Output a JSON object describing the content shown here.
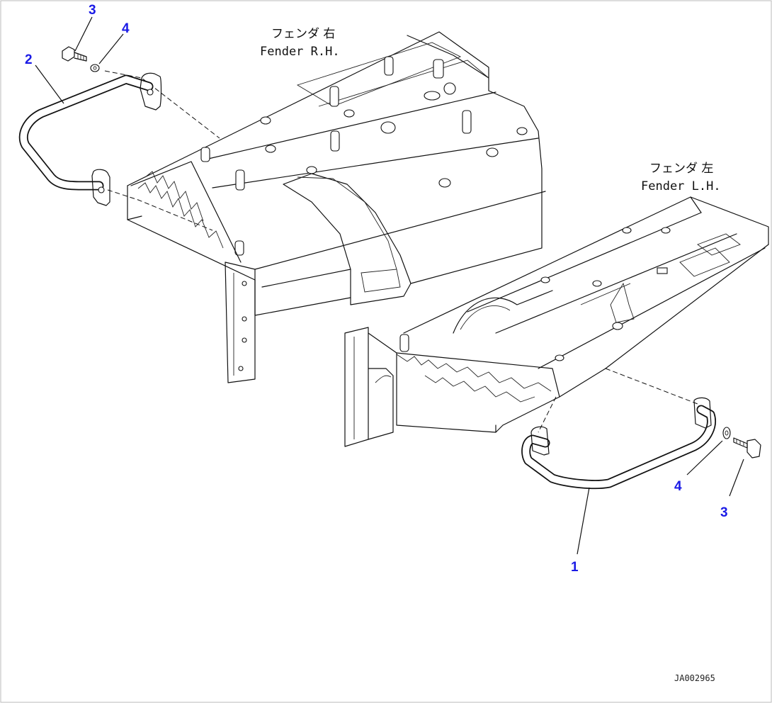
{
  "labels": {
    "fender_rh_ja": "フェンダ 右",
    "fender_rh_en": "Fender R.H.",
    "fender_lh_ja": "フェンダ 左",
    "fender_lh_en": "Fender L.H.",
    "drawing_code": "JA002965"
  },
  "callouts": {
    "rh_bolt": "3",
    "rh_washer": "4",
    "rh_handrail": "2",
    "lh_handrail": "1",
    "lh_washer": "4",
    "lh_bolt": "3"
  },
  "colors": {
    "line": "#111111",
    "callout": "#1a1ae6",
    "background": "#ffffff"
  }
}
